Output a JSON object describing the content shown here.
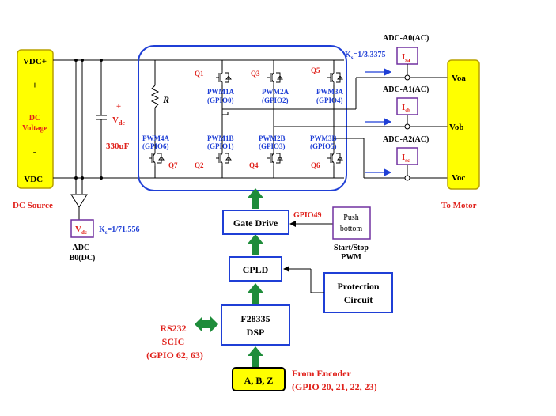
{
  "dc_source": {
    "vdc_plus": "VDC+",
    "plus": "+",
    "dc": "DC",
    "voltage": "Voltage",
    "minus": "-",
    "vdc_minus": "VDC-",
    "caption": "DC Source"
  },
  "capacitor": {
    "plus": "+",
    "v": "V",
    "v_sub": "dc",
    "minus": "-",
    "value": "330uF"
  },
  "brake": {
    "resistor": "R",
    "pwm": "PWM4A",
    "gpio": "(GPIO6)",
    "switch": "Q7"
  },
  "switches_top": [
    {
      "q": "Q1",
      "pwm": "PWM1A",
      "gpio": "(GPIO0)"
    },
    {
      "q": "Q3",
      "pwm": "PWM2A",
      "gpio": "(GPIO2)"
    },
    {
      "q": "Q5",
      "pwm": "PWM3A",
      "gpio": "(GPIO4)"
    }
  ],
  "switches_bottom": [
    {
      "q": "Q2",
      "pwm": "PWM1B",
      "gpio": "(GPIO1)"
    },
    {
      "q": "Q4",
      "pwm": "PWM2B",
      "gpio": "(GPIO3)"
    },
    {
      "q": "Q6",
      "pwm": "PWM3B",
      "gpio": "(GPIO5)"
    }
  ],
  "current_sense": {
    "ks": "K",
    "ks_sub": "s",
    "ks_value": "=1/3.3375",
    "adc": [
      "ADC-A0(AC)",
      "ADC-A1(AC)",
      "ADC-A2(AC)"
    ],
    "i": "I",
    "i_subs": [
      "sa",
      "sb",
      "sc"
    ]
  },
  "motor": {
    "phases": [
      "Voa",
      "Vob",
      "Voc"
    ],
    "caption": "To Motor"
  },
  "dc_sense": {
    "v": "V",
    "v_sub": "dc",
    "ks": "K",
    "ks_sub": "s",
    "ks_value": "=1/71.556",
    "adc_line1": "ADC-",
    "adc_line2": "B0(DC)"
  },
  "gate_drive": {
    "label": "Gate Drive",
    "gpio": "GPIO49"
  },
  "push_button": {
    "line1": "Push",
    "line2": "bottom",
    "caption1": "Start/Stop",
    "caption2": "PWM"
  },
  "cpld": {
    "label": "CPLD"
  },
  "protection": {
    "line1": "Protection",
    "line2": "Circuit"
  },
  "dsp": {
    "line1": "F28335",
    "line2": "DSP",
    "rs232": "RS232",
    "scic": "SCIC",
    "gpio": "(GPIO 62, 63)"
  },
  "encoder": {
    "label": "A, B, Z",
    "caption1": "From Encoder",
    "caption2": "(GPIO 20, 21, 22, 23)"
  },
  "colors": {
    "yellow_fill": "#ffff00",
    "yellow_stroke": "#b8a000",
    "blue": "#1f3fd6",
    "red": "#e0211b",
    "green_arrow": "#1e8c3a",
    "purple": "#7030a0"
  }
}
